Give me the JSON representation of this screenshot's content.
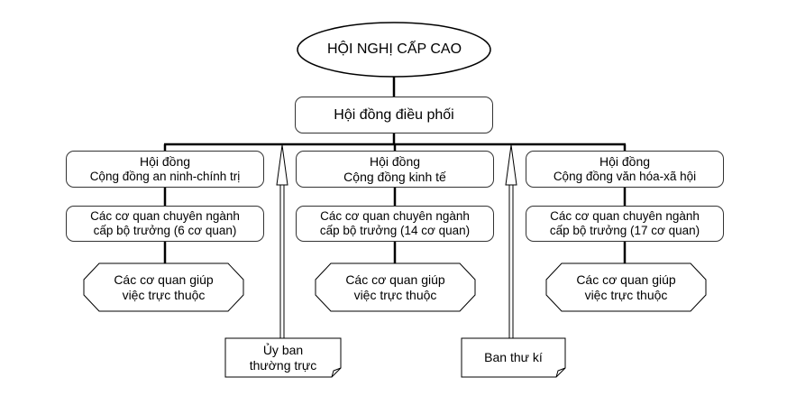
{
  "summit": "HỘI NGHỊ CẤP CAO",
  "coordinating_council": "Hội đồng điều phối",
  "columns": [
    {
      "council_title": "Hội đồng",
      "council_name": "Cộng đồng an ninh-chính trị",
      "agencies_line1": "Các cơ quan chuyên ngành",
      "agencies_line2": "cấp bộ trưởng (6 cơ quan)",
      "support_line1": "Các cơ quan giúp",
      "support_line2": "việc trực thuộc"
    },
    {
      "council_title": "Hội đồng",
      "council_name": "Cộng đồng kinh tế",
      "agencies_line1": "Các cơ quan chuyên ngành",
      "agencies_line2": "cấp bộ trưởng (14 cơ quan)",
      "support_line1": "Các cơ quan giúp",
      "support_line2": "việc trực thuộc"
    },
    {
      "council_title": "Hội đồng",
      "council_name": "Cộng đồng văn hóa-xã hội",
      "agencies_line1": "Các cơ quan chuyên ngành",
      "agencies_line2": "cấp bộ trưởng (17 cơ quan)",
      "support_line1": "Các cơ quan giúp",
      "support_line2": "việc trực thuộc"
    }
  ],
  "standing_committee": {
    "line1": "Ủy ban",
    "line2": "thường trực"
  },
  "secretariat": "Ban thư kí"
}
